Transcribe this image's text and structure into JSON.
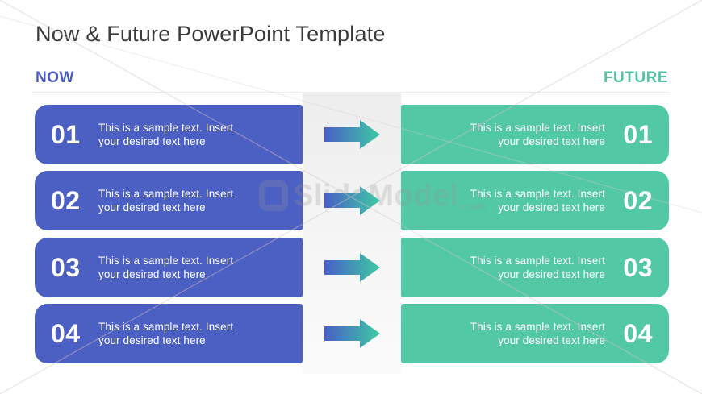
{
  "slide": {
    "title": "Now & Future PowerPoint Template",
    "header": {
      "now": "NOW",
      "future": "FUTURE"
    },
    "colors": {
      "now_accent": "#4a5cbe",
      "now_box": "#4c5fc2",
      "future_accent": "#50c3a2",
      "future_box": "#53c8a5",
      "arrow_gradient_start": "#4a5ec6",
      "arrow_gradient_end": "#3ecba4",
      "title_text": "#3a3a3a"
    },
    "now_items": [
      {
        "number": "01",
        "line1": "This is a sample text. Insert",
        "line2": "your desired text here"
      },
      {
        "number": "02",
        "line1": "This is a sample text. Insert",
        "line2": "your desired text here"
      },
      {
        "number": "03",
        "line1": "This is a sample text. Insert",
        "line2": "your desired text here"
      },
      {
        "number": "04",
        "line1": "This is a sample text. Insert",
        "line2": "your desired text here"
      }
    ],
    "future_items": [
      {
        "number": "01",
        "line1": "This is a sample text. Insert",
        "line2": "your desired text here"
      },
      {
        "number": "02",
        "line1": "This is a sample text. Insert",
        "line2": "your desired text here"
      },
      {
        "number": "03",
        "line1": "This is a sample text. Insert",
        "line2": "your desired text here"
      },
      {
        "number": "04",
        "line1": "This is a sample text. Insert",
        "line2": "your desired text here"
      }
    ],
    "watermark": {
      "name": "SlideModel",
      "tld": ".com"
    }
  }
}
